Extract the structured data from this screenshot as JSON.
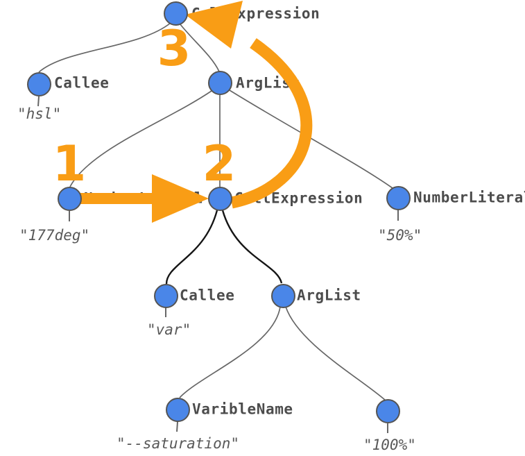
{
  "diagram": {
    "kind": "abstract-syntax-tree",
    "nodes": [
      {
        "id": "root-call-expression",
        "label": "CallExpression"
      },
      {
        "id": "callee-hsl",
        "label": "Callee",
        "value": "\"hsl\""
      },
      {
        "id": "arglist-outer",
        "label": "ArgList"
      },
      {
        "id": "number-177deg",
        "label": "NumberLiteral",
        "value": "\"177deg\""
      },
      {
        "id": "inner-call-expression",
        "label": "CallExpression"
      },
      {
        "id": "number-50",
        "label": "NumberLiteral",
        "value": "\"50%\""
      },
      {
        "id": "callee-var",
        "label": "Callee",
        "value": "\"var\""
      },
      {
        "id": "arglist-inner",
        "label": "ArgList"
      },
      {
        "id": "varible-name",
        "label": "VaribleName",
        "value": "\"--saturation\""
      },
      {
        "id": "number-100",
        "label": "",
        "value": "\"100%\""
      }
    ],
    "steps": [
      {
        "label": "1"
      },
      {
        "label": "2"
      },
      {
        "label": "3"
      }
    ],
    "colors": {
      "node_fill": "#4A86E8",
      "node_border": "#545454",
      "edge": "#666666",
      "edge_dark": "#151515",
      "annotation_orange": "#F99D15",
      "label_text": "#4c4c4c",
      "value_text": "#585858"
    }
  }
}
